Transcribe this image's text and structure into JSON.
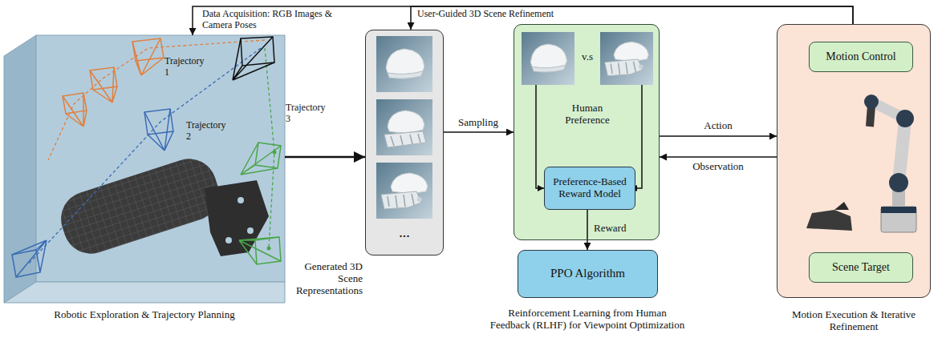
{
  "diagram": {
    "nodes": [
      {
        "text": [
          "Robotic Exploration & Trajectory Planning"
        ]
      },
      {
        "text": [
          "Generated 3D Scene Representations",
          "..."
        ]
      },
      {
        "text": [
          "v.s",
          "Human Preference"
        ]
      },
      {
        "text": [
          "Preference-Based Reward Model"
        ],
        "in": 2
      },
      {
        "text": [
          "PPO Algorithm"
        ]
      },
      {
        "text": [
          "Motion Execution & Iterative Refinement"
        ]
      },
      {
        "text": [
          "Motion Control"
        ],
        "in": 5
      },
      {
        "text": [
          "Scene Target"
        ],
        "in": 5
      }
    ],
    "edges": [
      {
        "from": 0,
        "to": 1,
        "arrow": "to"
      },
      {
        "from": 1,
        "to": 2,
        "label": "Sampling",
        "arrow": "to"
      },
      {
        "from": 3,
        "to": 4,
        "label": "Reward",
        "arrow": "to"
      },
      {
        "from": 2,
        "to": 5,
        "label": "Action",
        "arrow": "to"
      },
      {
        "from": 5,
        "to": 2,
        "label": "Observation",
        "arrow": "to"
      },
      {
        "from": 5,
        "to": 0,
        "label": "Data Acquisition: RGB Images & Camera Poses",
        "arrow": "to"
      },
      {
        "from": 5,
        "to": 1,
        "label": "User-Guided 3D Scene Refinement",
        "arrow": "to"
      }
    ],
    "labels": [
      "Trajectory 1",
      "Trajectory 2",
      "Trajectory 3",
      "Reinforcement Learning from Human Feedback (RLHF) for Viewpoint Optimization"
    ]
  }
}
